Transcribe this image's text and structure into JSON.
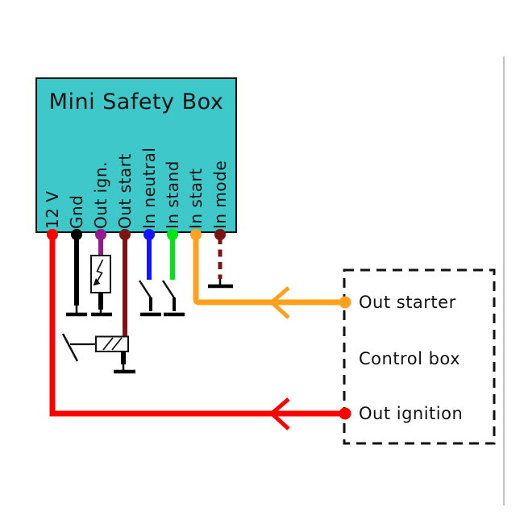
{
  "colors": {
    "box_fill": "#3ec8c9",
    "box_border": "#111111",
    "red": "#ff0000",
    "black": "#000000",
    "purple": "#911a8e",
    "dark_red": "#7d1414",
    "blue": "#1414ff",
    "green": "#00e614",
    "orange": "#ffa01e",
    "divider_gray": "#a9a9a9"
  },
  "safety_box": {
    "title": "Mini Safety Box",
    "pins": [
      {
        "label": "12 V",
        "color": "#ff0000"
      },
      {
        "label": "Gnd",
        "color": "#000000"
      },
      {
        "label": "Out ign.",
        "color": "#911a8e"
      },
      {
        "label": "Out start",
        "color": "#7d1414"
      },
      {
        "label": "In neutral",
        "color": "#1414ff"
      },
      {
        "label": "In stand",
        "color": "#00e614"
      },
      {
        "label": "In start",
        "color": "#ffa01e"
      },
      {
        "label": "In mode",
        "color": "#7d1414"
      }
    ]
  },
  "control_box": {
    "port_top": "Out starter",
    "name": "Control box",
    "port_bottom": "Out ignition"
  },
  "connections": [
    {
      "from": "Control box / Out starter",
      "to": "Mini Safety Box / In start",
      "color": "#ffa01e",
      "arrow": "points toward safety box"
    },
    {
      "from": "Control box / Out ignition",
      "to": "Mini Safety Box / 12 V",
      "color": "#ff0000",
      "arrow": "points toward safety box"
    }
  ],
  "symbols": {
    "ground": "earth/ground bar",
    "lamp": "flash lamp on Out ign.",
    "relay": "relay coil with switch on Out start",
    "switch": "open switch to ground on In neutral and In stand",
    "dashed_stub": "dashed wire to ground on In mode"
  }
}
